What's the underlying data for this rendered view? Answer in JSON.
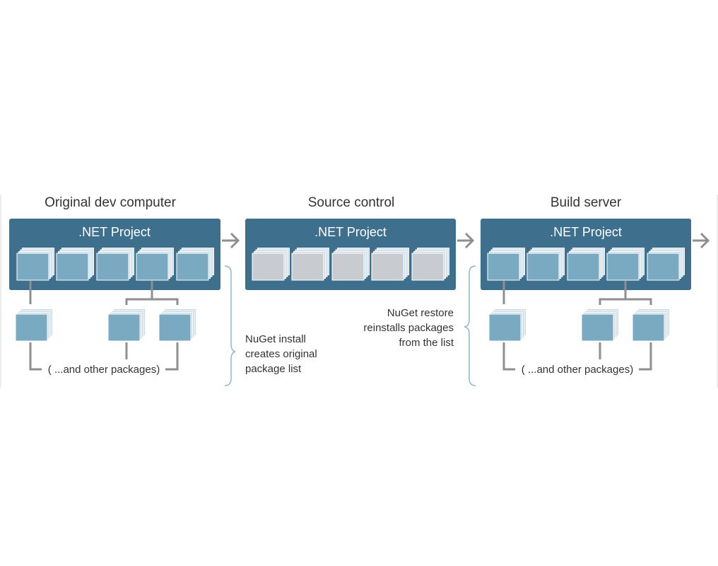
{
  "sections": {
    "dev": {
      "title": "Original dev computer",
      "project_label": ".NET Project",
      "other_packages": "( ...and other packages)"
    },
    "source": {
      "title": "Source control",
      "project_label": ".NET Project"
    },
    "build": {
      "title": "Build server",
      "project_label": ".NET Project",
      "other_packages": "( ...and other packages)"
    }
  },
  "notes": {
    "install": [
      "NuGet install",
      "creates original",
      "package list"
    ],
    "restore": [
      "NuGet restore",
      "reinstalls packages",
      "from the list"
    ]
  },
  "colors": {
    "project_box": "#3e6f8d",
    "package": "#7aa9c2",
    "package_stack": "#c9dbe6",
    "source_package": "#c8ccd1",
    "connector": "#8f8f8f",
    "brace": "#8fb8cf",
    "text": "#333333"
  }
}
